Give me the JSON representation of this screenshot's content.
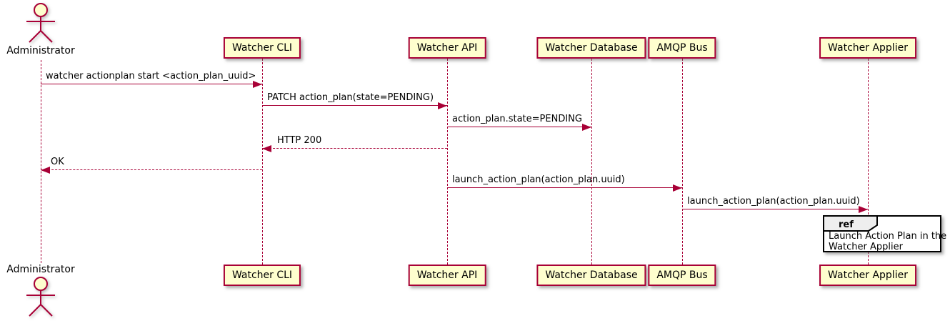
{
  "colors": {
    "accent": "#A80036",
    "participant_fill": "#FEFECE",
    "ref_header_fill": "#EEEEEE",
    "ref_border": "#000000",
    "text": "#000000"
  },
  "actor": {
    "label": "Administrator"
  },
  "participants": [
    {
      "label": "Watcher CLI"
    },
    {
      "label": "Watcher API"
    },
    {
      "label": "Watcher Database"
    },
    {
      "label": "AMQP Bus"
    },
    {
      "label": "Watcher Applier"
    }
  ],
  "messages": [
    {
      "text": "watcher actionplan start <action_plan_uuid>",
      "style": "solid",
      "from": "Administrator",
      "to": "Watcher CLI"
    },
    {
      "text": "PATCH action_plan(state=PENDING)",
      "style": "solid",
      "from": "Watcher CLI",
      "to": "Watcher API"
    },
    {
      "text": "action_plan.state=PENDING",
      "style": "solid",
      "from": "Watcher API",
      "to": "Watcher Database"
    },
    {
      "text": "HTTP 200",
      "style": "dashed",
      "from": "Watcher API",
      "to": "Watcher CLI"
    },
    {
      "text": "OK",
      "style": "dashed",
      "from": "Watcher CLI",
      "to": "Administrator"
    },
    {
      "text": "launch_action_plan(action_plan.uuid)",
      "style": "solid",
      "from": "Watcher API",
      "to": "AMQP Bus"
    },
    {
      "text": "launch_action_plan(action_plan.uuid)",
      "style": "solid",
      "from": "AMQP Bus",
      "to": "Watcher Applier"
    }
  ],
  "ref": {
    "keyword": "ref",
    "lines": [
      "Launch Action Plan in the",
      "Watcher Applier"
    ]
  }
}
